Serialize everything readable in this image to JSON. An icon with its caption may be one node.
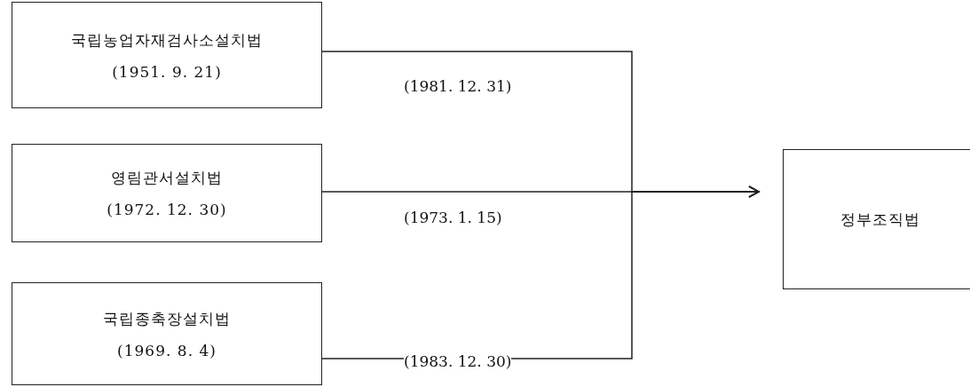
{
  "diagram": {
    "nodes": [
      {
        "text": [
          "국립농업자재검사소설치법",
          "(1951. 9. 21)"
        ]
      },
      {
        "text": [
          "영림관서설치법",
          "(1972. 12. 30)"
        ]
      },
      {
        "text": [
          "국립종축장설치법",
          "(1969. 8. 4)"
        ]
      },
      {
        "text": [
          "정부조직법"
        ]
      }
    ],
    "edges": [
      {
        "from": 0,
        "to": 3,
        "arrow": "to",
        "label": "(1981. 12. 31)"
      },
      {
        "from": 1,
        "to": 3,
        "arrow": "to",
        "label": "(1973. 1. 15)"
      },
      {
        "from": 2,
        "to": 3,
        "arrow": "to",
        "label": "(1983. 12. 30)"
      }
    ]
  }
}
